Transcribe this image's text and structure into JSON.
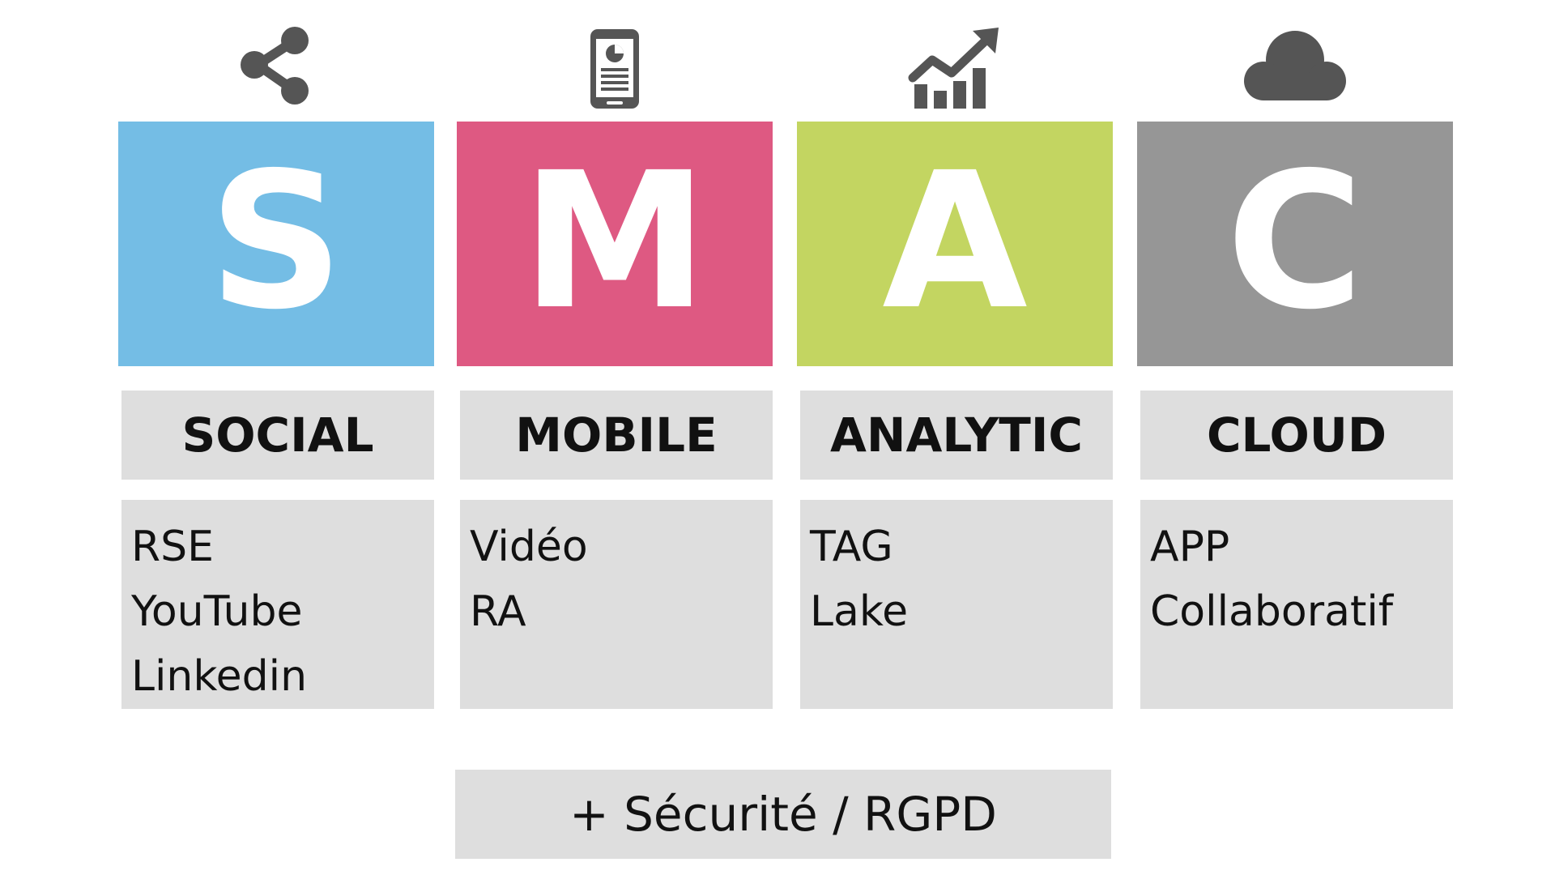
{
  "columns": [
    {
      "letter": "S",
      "title": "SOCIAL",
      "items": [
        "RSE",
        "YouTube",
        "Linkedin"
      ],
      "color": "#74bde5",
      "icon": "share-icon"
    },
    {
      "letter": "M",
      "title": "MOBILE",
      "items": [
        "Vidéo",
        "RA"
      ],
      "color": "#de5982",
      "icon": "smartphone-icon"
    },
    {
      "letter": "A",
      "title": "ANALYTIC",
      "items": [
        "TAG",
        "Lake"
      ],
      "color": "#c3d561",
      "icon": "growth-chart-icon"
    },
    {
      "letter": "C",
      "title": "CLOUD",
      "items": [
        "APP",
        "Collaboratif"
      ],
      "color": "#969696",
      "icon": "cloud-icon"
    }
  ],
  "footer": {
    "text": "+ Sécurité / RGPD"
  },
  "colors": {
    "panel_background": "#dedede",
    "icon": "#555555",
    "text": "#111111",
    "letter": "#ffffff"
  }
}
